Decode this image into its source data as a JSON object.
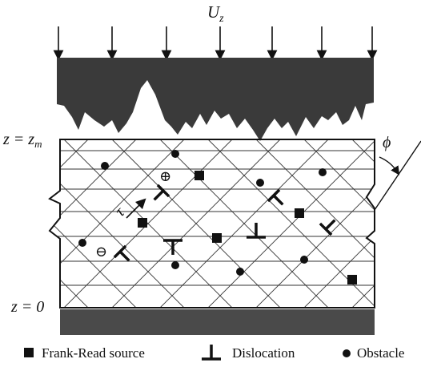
{
  "labels": {
    "top_load": "U",
    "top_load_sub": "z",
    "z_top": "z = z",
    "z_top_sub": "m",
    "z_bottom": "z = 0",
    "angle": "ϕ",
    "shear_stress": "τ",
    "plus_sign": "⊕",
    "minus_sign": "⊖"
  },
  "legend": {
    "frank_read": "Frank-Read source",
    "dislocation": "Dislocation",
    "obstacle": "Obstacle"
  },
  "colors": {
    "ink": "#111111",
    "indenter": "#3a3a3a",
    "substrate": "#4a4a4a",
    "grid": "#333333"
  }
}
